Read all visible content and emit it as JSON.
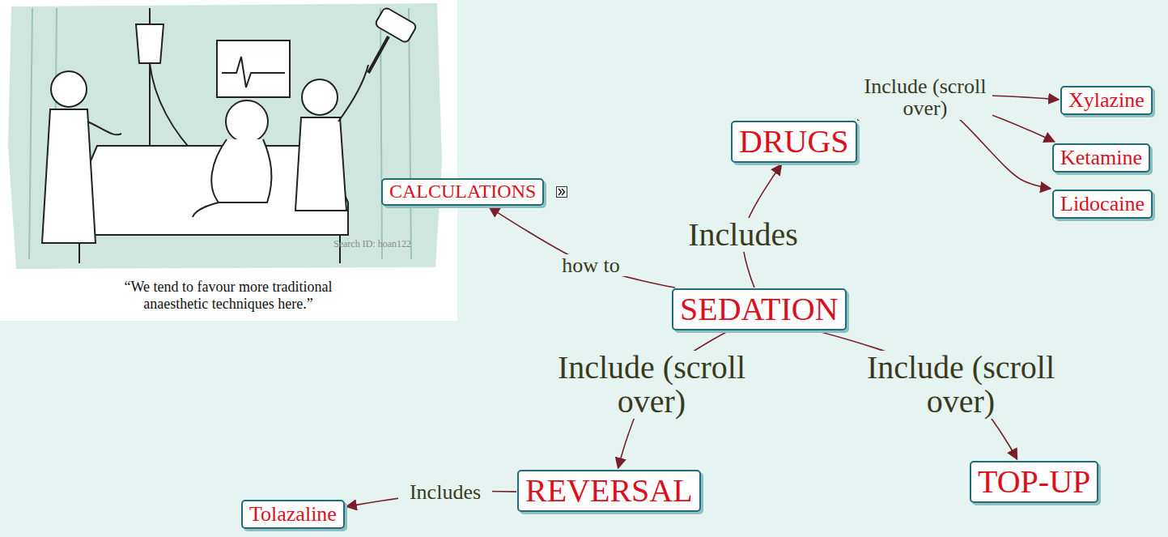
{
  "diagram": {
    "nodes": [
      {
        "text": [
          "DRUGS"
        ]
      },
      {
        "text": [
          "Xylazine"
        ]
      },
      {
        "text": [
          "Ketamine"
        ]
      },
      {
        "text": [
          "Lidocaine"
        ]
      },
      {
        "text": [
          "CALCULATIONS"
        ]
      },
      {
        "text": [
          "SEDATION"
        ]
      },
      {
        "text": [
          "REVERSAL"
        ]
      },
      {
        "text": [
          "TOP-UP"
        ]
      },
      {
        "text": [
          "Tolazaline"
        ]
      }
    ],
    "edges": [
      {
        "from": 5,
        "to": 4,
        "label": "how to",
        "arrow": "to"
      },
      {
        "from": 5,
        "to": 0,
        "label": "Includes",
        "arrow": "to"
      },
      {
        "from": 0,
        "to": 1,
        "label": "Include (scroll over)",
        "arrow": "to"
      },
      {
        "from": 0,
        "to": 2,
        "arrow": "to"
      },
      {
        "from": 0,
        "to": 3,
        "arrow": "to"
      },
      {
        "from": 5,
        "to": 6,
        "label": "Include (scroll over)",
        "arrow": "to"
      },
      {
        "from": 5,
        "to": 7,
        "label": "Include (scroll over)",
        "arrow": "to"
      },
      {
        "from": 6,
        "to": 8,
        "label": "Includes",
        "arrow": "to"
      }
    ],
    "labels": [
      "“We tend to favour more traditional anaesthetic techniques here.”",
      "Search ID: hoan122"
    ]
  }
}
